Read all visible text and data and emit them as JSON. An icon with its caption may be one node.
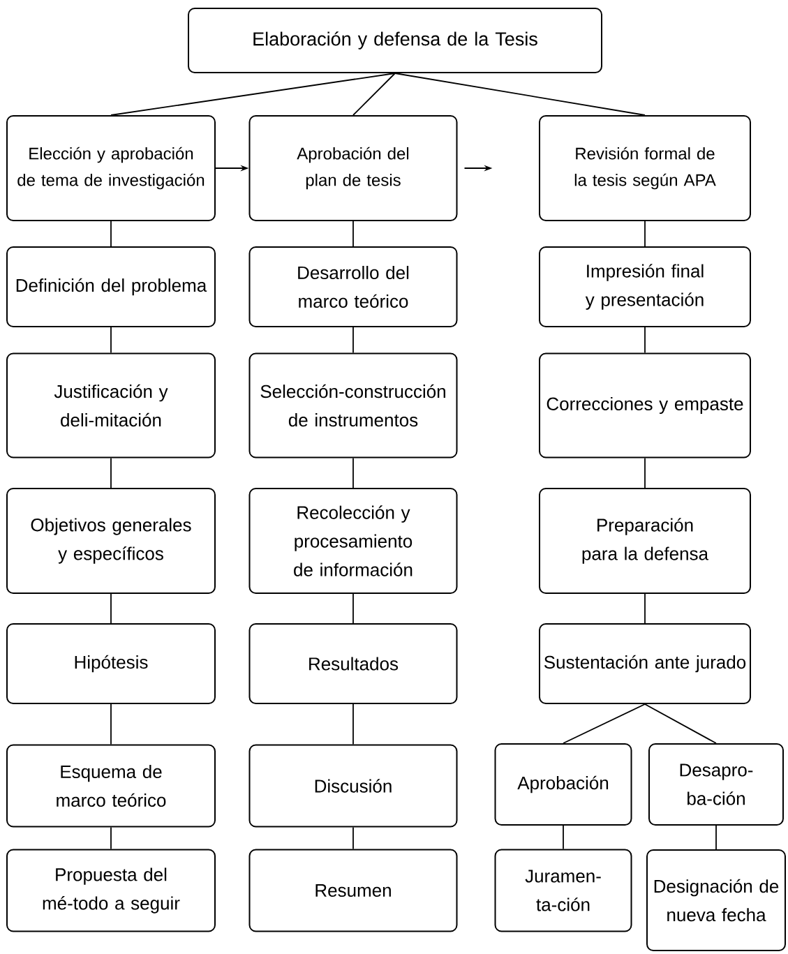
{
  "diagram": {
    "nodes": [
      {
        "text": [
          "Elaboración y defensa de la Tesis"
        ]
      },
      {
        "text": [
          "Elección y aprobación de tema de investigación"
        ]
      },
      {
        "text": [
          "Aprobación del plan de tesis"
        ]
      },
      {
        "text": [
          "Revisión formal de la tesis según APA"
        ]
      },
      {
        "text": [
          "Definición del problema"
        ]
      },
      {
        "text": [
          "Desarrollo del marco teórico"
        ]
      },
      {
        "text": [
          "Impresión final y presentación"
        ]
      },
      {
        "text": [
          "Justificación y deli-mitación"
        ]
      },
      {
        "text": [
          "Selección-construcción de instrumentos"
        ]
      },
      {
        "text": [
          "Correcciones y empaste"
        ]
      },
      {
        "text": [
          "Objetivos generales y específicos"
        ]
      },
      {
        "text": [
          "Recolección y procesamiento de información"
        ]
      },
      {
        "text": [
          "Preparación para la defensa"
        ]
      },
      {
        "text": [
          "Hipótesis"
        ]
      },
      {
        "text": [
          "Resultados"
        ]
      },
      {
        "text": [
          "Sustentación ante jurado"
        ]
      },
      {
        "text": [
          "Esquema de marco teórico"
        ]
      },
      {
        "text": [
          "Discusión"
        ]
      },
      {
        "text": [
          "Aprobación"
        ]
      },
      {
        "text": [
          "Desapro-ba-ción"
        ]
      },
      {
        "text": [
          "Propuesta del mé-todo a seguir"
        ]
      },
      {
        "text": [
          "Resumen"
        ]
      },
      {
        "text": [
          "Juramen-ta-ción"
        ]
      },
      {
        "text": [
          "Designación de nueva fecha"
        ]
      }
    ],
    "edges": [
      {
        "from": 0,
        "to": 1,
        "arrow": "none"
      },
      {
        "from": 0,
        "to": 2,
        "arrow": "none"
      },
      {
        "from": 0,
        "to": 3,
        "arrow": "none"
      },
      {
        "from": 1,
        "to": 2,
        "arrow": "to"
      },
      {
        "from": 2,
        "to": null,
        "arrow": "to"
      },
      {
        "from": 1,
        "to": 4,
        "arrow": "none"
      },
      {
        "from": 4,
        "to": 7,
        "arrow": "none"
      },
      {
        "from": 7,
        "to": 10,
        "arrow": "none"
      },
      {
        "from": 10,
        "to": 13,
        "arrow": "none"
      },
      {
        "from": 13,
        "to": 16,
        "arrow": "none"
      },
      {
        "from": 16,
        "to": 20,
        "arrow": "none"
      },
      {
        "from": 2,
        "to": 5,
        "arrow": "none"
      },
      {
        "from": 5,
        "to": 8,
        "arrow": "none"
      },
      {
        "from": 8,
        "to": 11,
        "arrow": "none"
      },
      {
        "from": 11,
        "to": 14,
        "arrow": "none"
      },
      {
        "from": 14,
        "to": 17,
        "arrow": "none"
      },
      {
        "from": 17,
        "to": 21,
        "arrow": "none"
      },
      {
        "from": 3,
        "to": 6,
        "arrow": "none"
      },
      {
        "from": 6,
        "to": 9,
        "arrow": "none"
      },
      {
        "from": 9,
        "to": 12,
        "arrow": "none"
      },
      {
        "from": 12,
        "to": 15,
        "arrow": "none"
      },
      {
        "from": 15,
        "to": 18,
        "arrow": "none"
      },
      {
        "from": 15,
        "to": 19,
        "arrow": "none"
      },
      {
        "from": 18,
        "to": 22,
        "arrow": "none"
      },
      {
        "from": 19,
        "to": 23,
        "arrow": "none"
      }
    ]
  }
}
